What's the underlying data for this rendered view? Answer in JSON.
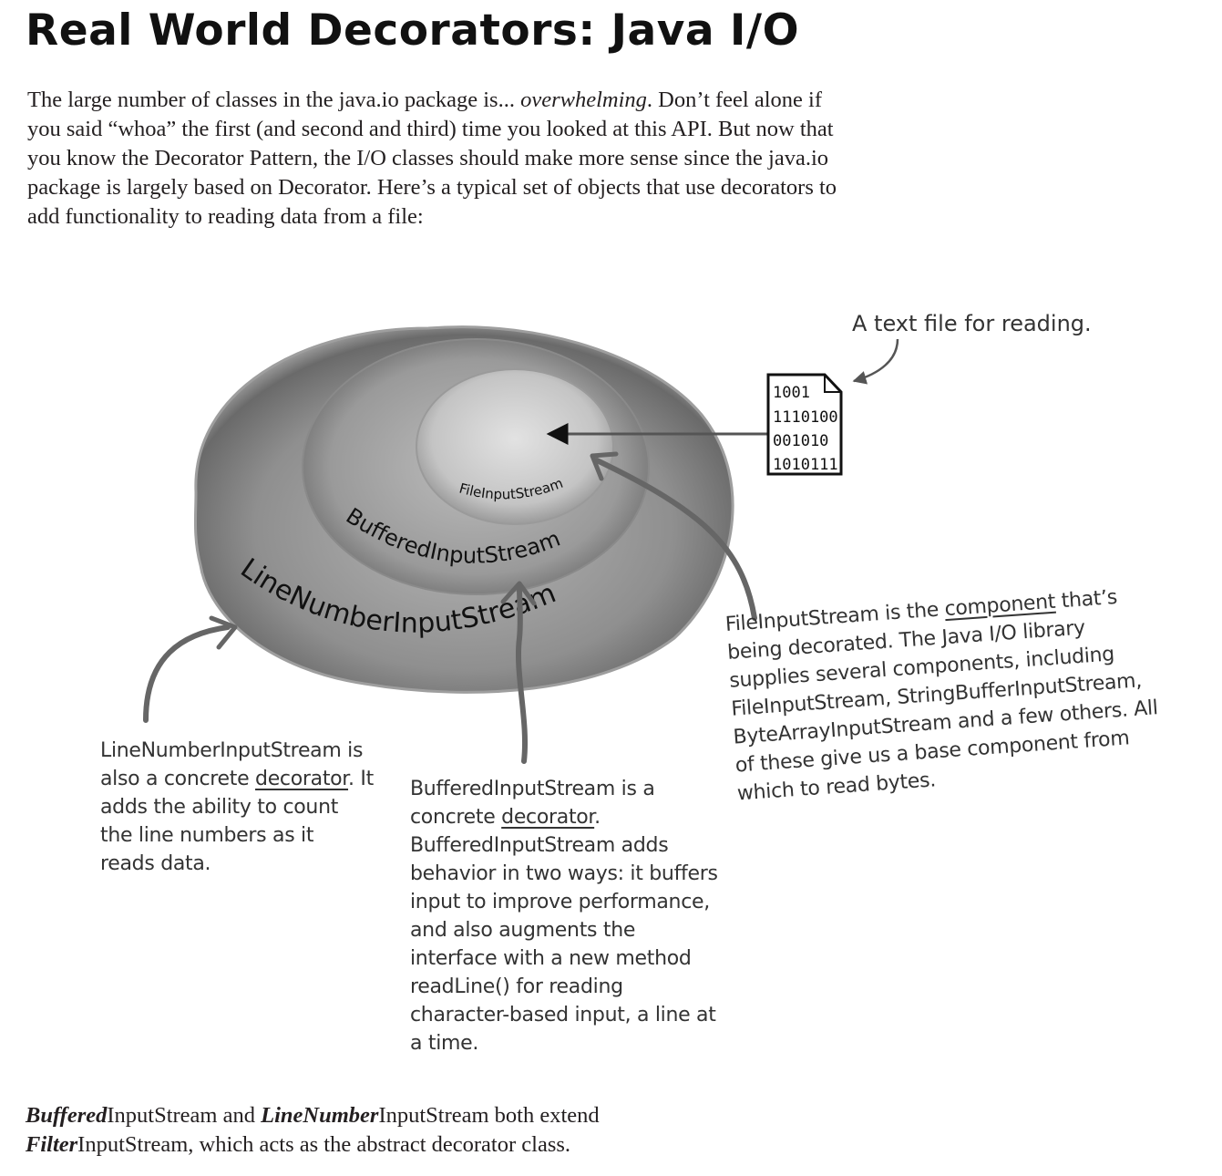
{
  "title": "Real World Decorators: Java I/O",
  "intro": {
    "part1": "The large number of classes in the java.io package is... ",
    "emphasis": "overwhelming",
    "part2": ". Don’t feel alone if you said “whoa” the first (and second and third) time you looked at this API. But now that you know the Decorator Pattern, the I/O classes should make more sense since the java.io package is largely based on Decorator.  Here’s a typical set of objects that use decorators to add functionality to reading data from a file:"
  },
  "diagram": {
    "ring_labels": {
      "outer": "LineNumberInputStream",
      "middle": "BufferedInputStream",
      "inner": "FileInputStream"
    },
    "file_label": "A text file for reading.",
    "file_lines": [
      "1001",
      "1110100",
      "001010",
      "1010111"
    ]
  },
  "notes": {
    "line_number": {
      "before": "LineNumberInputStream is also a concrete ",
      "underlined": "decorator",
      "after": ". It adds the ability to count the line numbers as it reads data."
    },
    "buffered": {
      "before": "BufferedInputStream is a concrete ",
      "underlined": "decorator",
      "after": ". BufferedInputStream adds behavior in two ways: it buffers input to improve performance, and also augments the interface with a new method readLine() for reading character-based input, a line at a time."
    },
    "file_input": {
      "before": "FileInputStream is the ",
      "underlined": "component",
      "after": " that’s being decorated. The Java I/O library supplies several components, including FileInputStream, StringBufferInputStream, ByteArrayInputStream and a few others. All of these give us a base component from which to read bytes."
    }
  },
  "footer": {
    "b1": "Buffered",
    "t1": "InputStream and ",
    "b2": "LineNumber",
    "t2": "InputStream both extend ",
    "b3": "Filter",
    "t3": "InputStream, which acts as the abstract decorator class."
  }
}
